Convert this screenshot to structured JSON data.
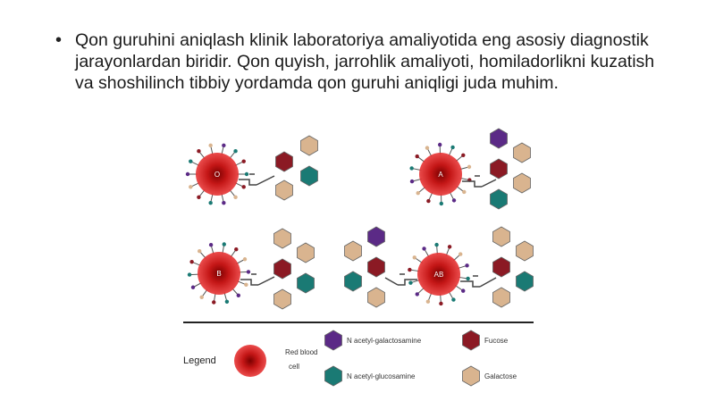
{
  "slide": {
    "bullet": "•",
    "paragraph": "Qon guruhini aniqlash klinik laboratoriya amaliyotida eng asosiy diagnostik jarayonlardan biridir. Qon quyish, jarrohlik amaliyoti, homiladorlikni kuzatish va shoshilinch tibbiy yordamda qon guruhi aniqligi juda muhim."
  },
  "diagram": {
    "cells": [
      {
        "label": "O"
      },
      {
        "label": "A"
      },
      {
        "label": "B"
      },
      {
        "label": "AB"
      }
    ],
    "legend": {
      "title": "Legend",
      "red_blood_cell_line1": "Red blood",
      "red_blood_cell_line2": "cell",
      "n_acetyl_galactosamine": "N acetyl-galactosamine",
      "n_acetyl_glucosamine": "N acetyl-glucosamine",
      "fucose": "Fucose",
      "galactose": "Galactose"
    },
    "colors": {
      "cell": "#d62020",
      "cell_dark": "#6a0000",
      "purple": "#5b2a86",
      "teal": "#1a7a74",
      "maroon": "#8b1a24",
      "tan": "#d9b48f",
      "outline": "#555555"
    }
  }
}
